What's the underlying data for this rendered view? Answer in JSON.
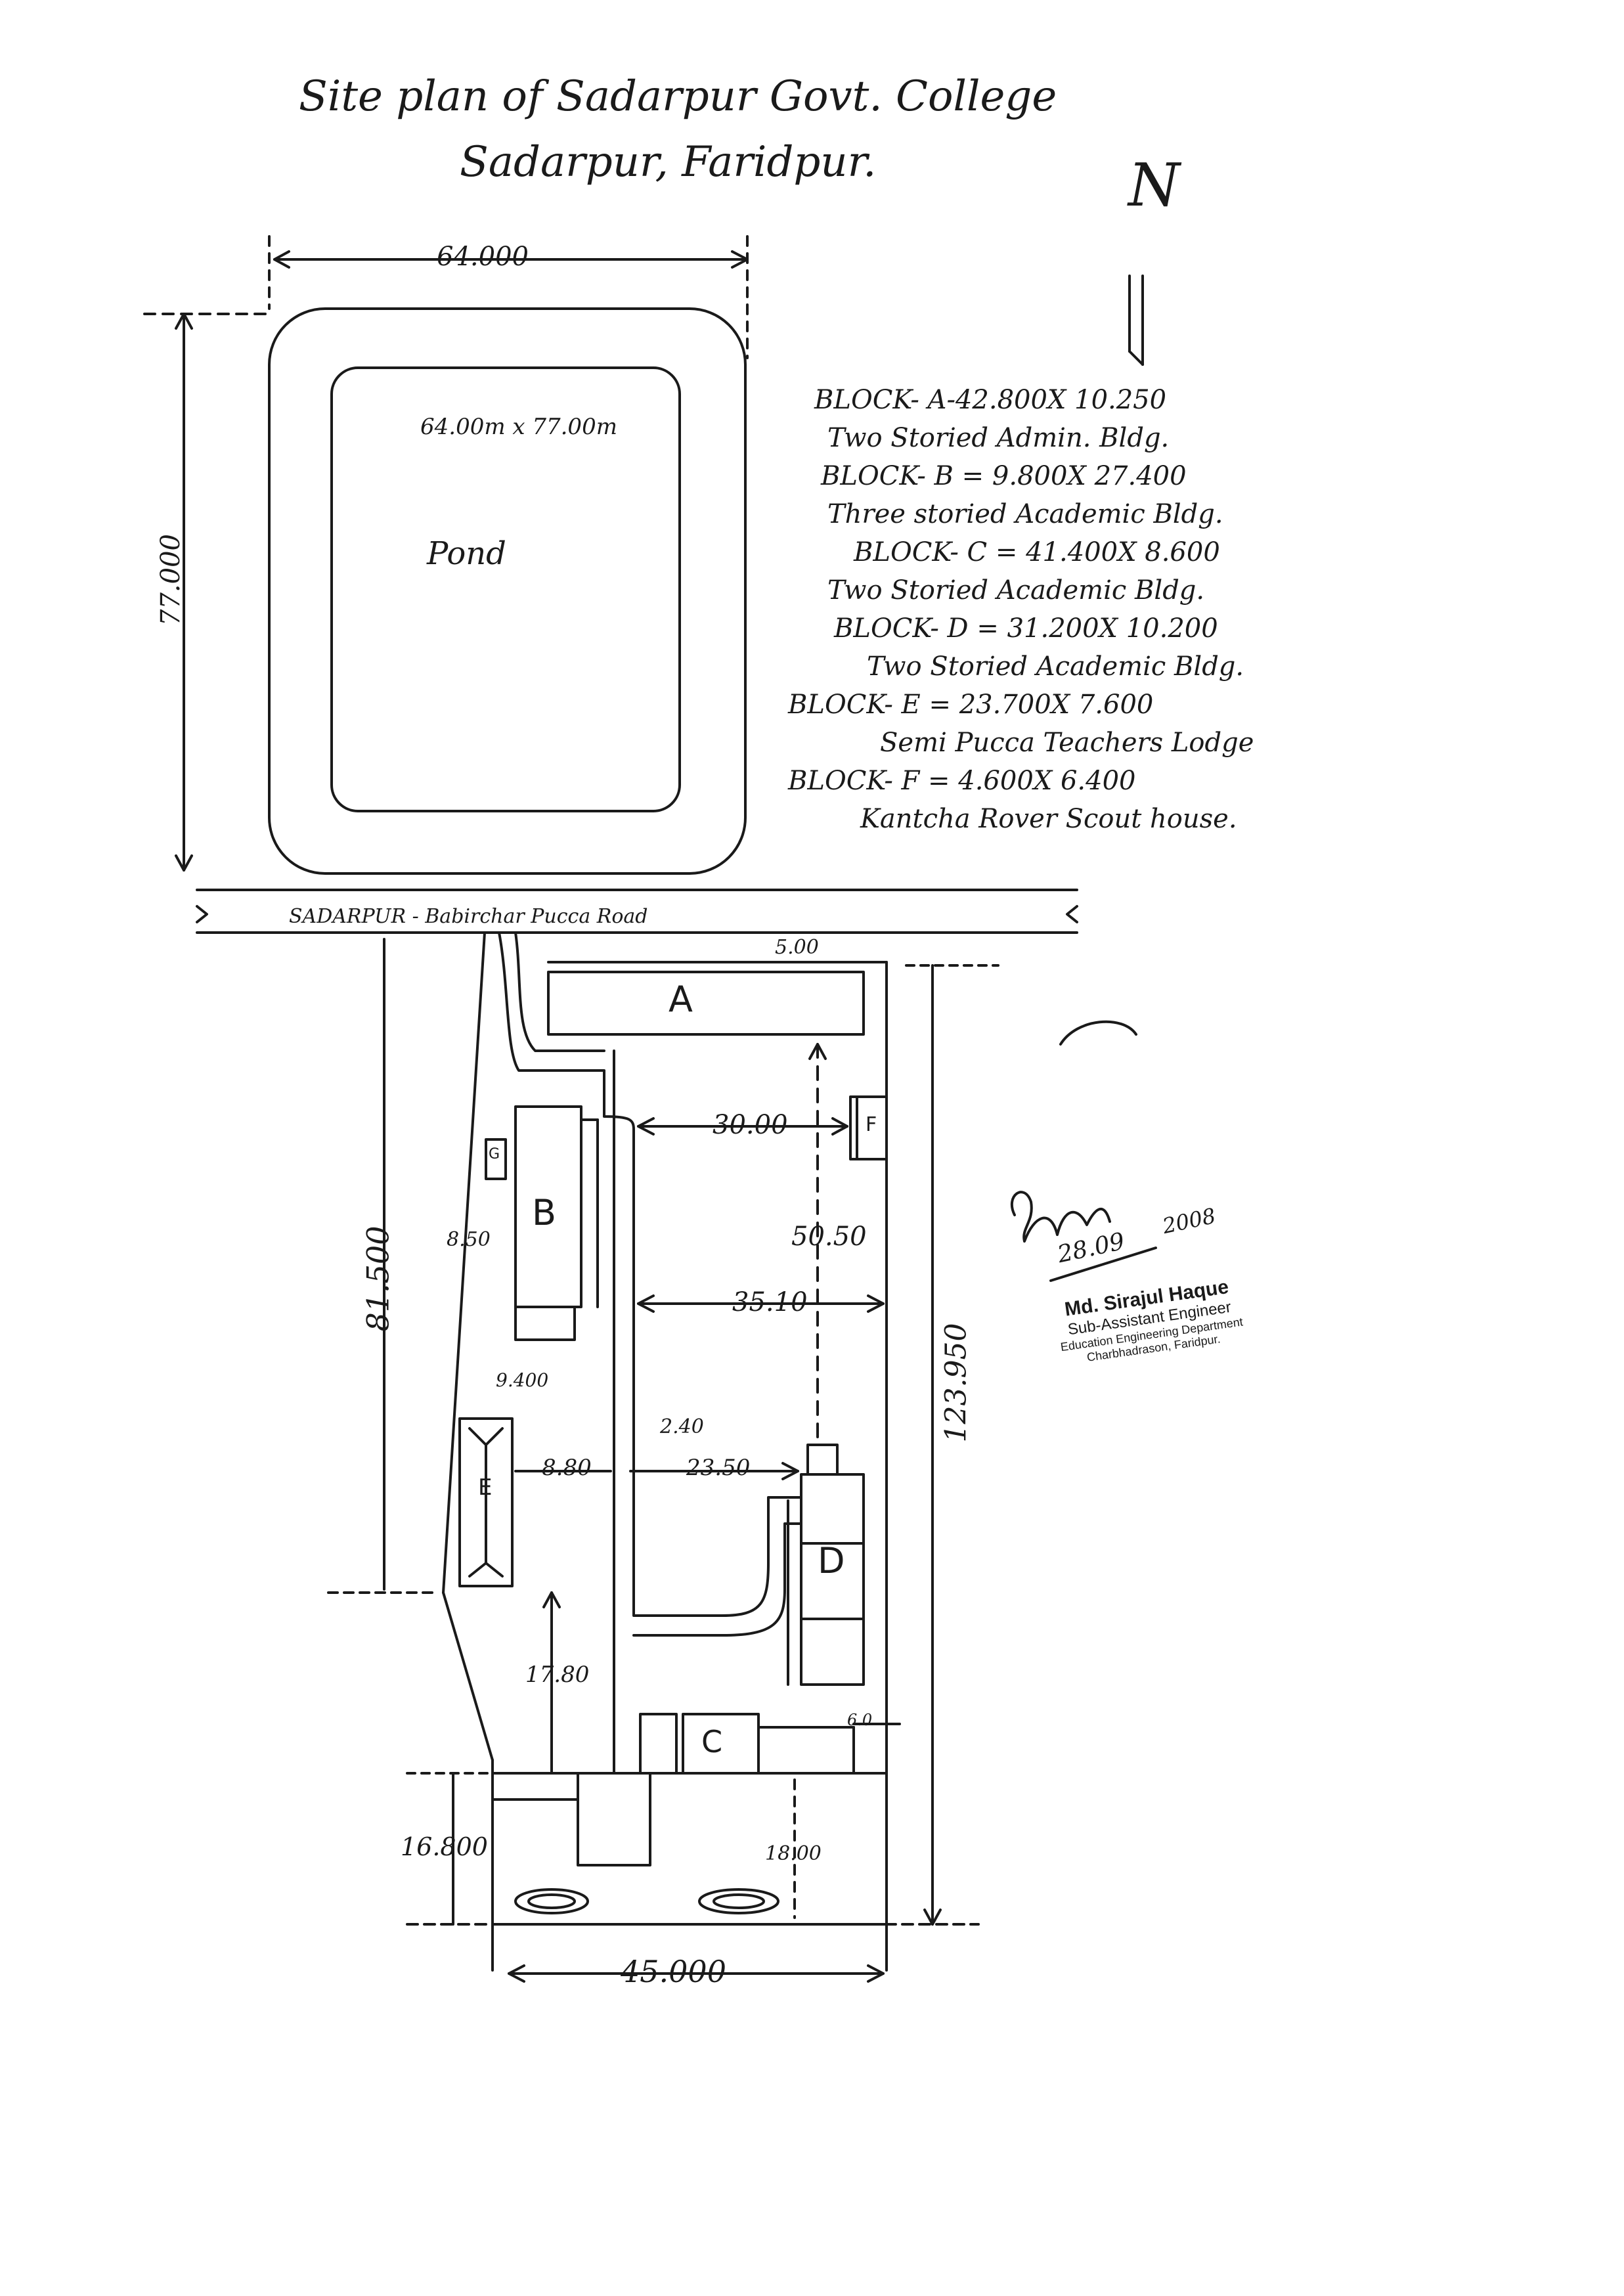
{
  "title": {
    "line1": "Site plan of Sadarpur Govt. College",
    "line2": "Sadarpur, Faridpur."
  },
  "north_arrow": {
    "label": "N",
    "icon": "north-arrow-icon"
  },
  "pond": {
    "label": "Pond",
    "size": "64.00m x 77.00m",
    "width_dim": "64.000",
    "height_dim": "77.000"
  },
  "road": {
    "label": "SADARPUR - Babirchar Pucca Road"
  },
  "legend": [
    {
      "spec": "BLOCK- A-42.800X 10.250",
      "desc": "Two Storied Admin. Bldg."
    },
    {
      "spec": "BLOCK- B = 9.800X 27.400",
      "desc": "Three storied Academic Bldg."
    },
    {
      "spec": "BLOCK- C = 41.400X 8.600",
      "desc": "Two Storied Academic Bldg."
    },
    {
      "spec": "BLOCK- D = 31.200X 10.200",
      "desc": "Two Storied Academic Bldg."
    },
    {
      "spec": "BLOCK- E = 23.700X 7.600",
      "desc": "Semi Pucca Teachers Lodge"
    },
    {
      "spec": "BLOCK- F = 4.600X 6.400",
      "desc": "Kantcha Rover Scout house."
    }
  ],
  "blocks": {
    "a": "A",
    "b": "B",
    "c": "C",
    "d": "D",
    "e": "E",
    "f": "F",
    "g": "G"
  },
  "dimensions": {
    "d_5": "5.00",
    "d_30": "30.00",
    "d_50_50": "50.50",
    "d_35_10": "35.10",
    "d_8_50": "8.50",
    "d_81_500": "81.500",
    "d_123_950": "123.950",
    "d_9_400": "9.400",
    "d_2_40": "2.40",
    "d_8_80": "8.80",
    "d_23_50": "23.50",
    "d_17_80": "17.80",
    "d_6": "6.0",
    "d_16_800": "16.800",
    "d_18": "18.00",
    "d_45_000": "45.000"
  },
  "signature": {
    "date_day": "28.09",
    "date_year": "2008"
  },
  "stamp": {
    "name": "Md. Sirajul Haque",
    "title": "Sub-Assistant Engineer",
    "dept": "Education Engineering Department",
    "place": "Charbhadrason, Faridpur."
  }
}
